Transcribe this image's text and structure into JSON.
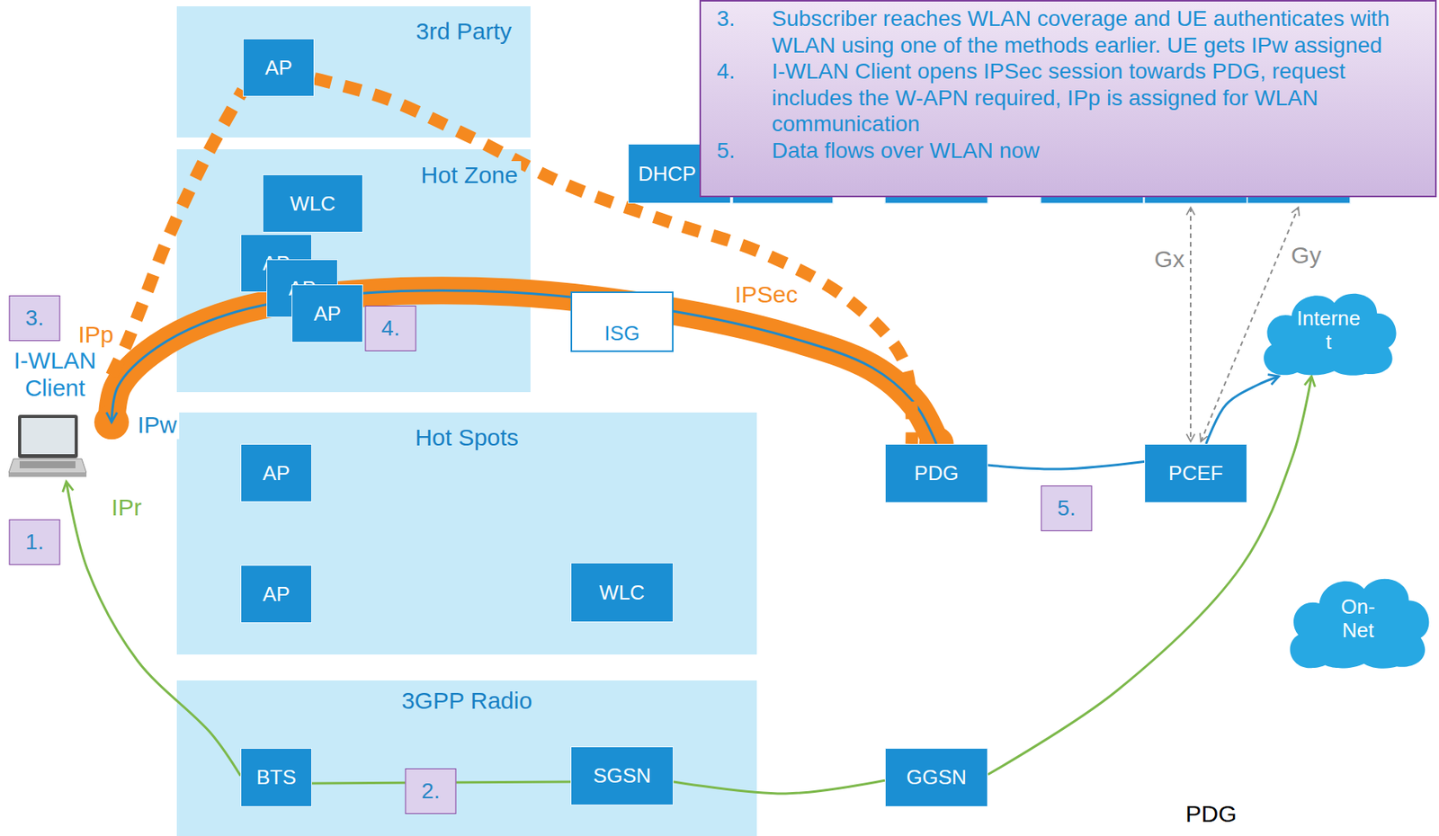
{
  "diagram": {
    "nodes": [
      {
        "text": [
          "3.",
          "Subscriber reaches WLAN coverage and UE authenticates with WLAN using one of the methods earlier. UE gets IPw assigned",
          "4.",
          "I-WLAN Client opens IPSec session towards PDG, request includes the W-APN required, IPp is assigned for WLAN communication",
          "5.",
          "Data flows over WLAN now"
        ]
      },
      {
        "text": [
          "3rd Party"
        ]
      },
      {
        "text": [
          "AP"
        ],
        "in": 1
      },
      {
        "text": [
          "Hot Zone"
        ]
      },
      {
        "text": [
          "WLC"
        ],
        "in": 3
      },
      {
        "text": [
          "AP"
        ],
        "in": 3
      },
      {
        "text": [
          "AP"
        ],
        "in": 3
      },
      {
        "text": [
          "AP"
        ],
        "in": 3
      },
      {
        "text": [
          "DHCP"
        ]
      },
      {
        "text": [
          "ISG"
        ]
      },
      {
        "text": [
          "I-WLAN Client"
        ]
      },
      {
        "text": [
          "Hot Spots"
        ]
      },
      {
        "text": [
          "AP"
        ],
        "in": 11
      },
      {
        "text": [
          "AP"
        ],
        "in": 11
      },
      {
        "text": [
          "WLC"
        ],
        "in": 11
      },
      {
        "text": [
          "PDG"
        ]
      },
      {
        "text": [
          "PCEF"
        ]
      },
      {
        "text": [
          "Interne t"
        ]
      },
      {
        "text": [
          "On-Net"
        ]
      },
      {
        "text": [
          "3GPP Radio"
        ]
      },
      {
        "text": [
          "BTS"
        ],
        "in": 19
      },
      {
        "text": [
          "SGSN"
        ],
        "in": 19
      },
      {
        "text": [
          "GGSN"
        ]
      }
    ],
    "edges": [
      {
        "from": 15,
        "to": 10,
        "arrow": "to",
        "label": "IPSec"
      },
      {
        "from": 10,
        "to": 2,
        "arrow": "none"
      },
      {
        "from": 2,
        "to": 15,
        "arrow": "none"
      },
      {
        "from": 15,
        "to": 16,
        "arrow": "none"
      },
      {
        "from": 16,
        "to": 17,
        "arrow": "to"
      },
      {
        "from": 20,
        "to": 10,
        "arrow": "to"
      },
      {
        "from": 20,
        "to": 21,
        "arrow": "none"
      },
      {
        "from": 21,
        "to": 22,
        "arrow": "none"
      },
      {
        "from": 22,
        "to": 17,
        "arrow": "to"
      }
    ],
    "labels": [
      "IPp",
      "IPw",
      "IPr",
      "Gx",
      "Gy",
      "PDG",
      "1.",
      "2.",
      "3.",
      "4.",
      "5."
    ]
  }
}
